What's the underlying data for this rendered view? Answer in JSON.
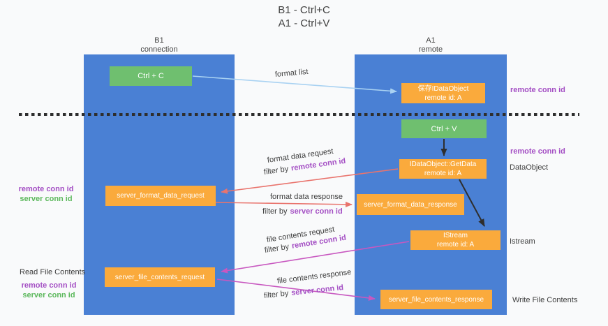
{
  "title": {
    "line1": "B1 - Ctrl+C",
    "line2": "A1 - Ctrl+V"
  },
  "columns": {
    "left": {
      "name": "B1",
      "role": "connection"
    },
    "right": {
      "name": "A1",
      "role": "remote"
    }
  },
  "boxes": {
    "ctrl_c": "Ctrl + C",
    "ctrl_v": "Ctrl + V",
    "save_idataobject_line1": "保存IDataObject",
    "save_idataobject_line2": "remote id: A",
    "getdata_line1": "IDataObject::GetData",
    "getdata_line2": "remote id: A",
    "istream_line1": "IStream",
    "istream_line2": "remote id: A",
    "format_request": "server_format_data_request",
    "format_response": "server_format_data_response",
    "file_request": "server_file_contents_request",
    "file_response": "server_file_contents_response"
  },
  "labels": {
    "remote_conn_id_right_top": "remote conn id",
    "remote_conn_id_right_mid": "remote conn id",
    "dataobject": "DataObject",
    "istream": "Istream",
    "write_file_contents": "Write File Contents",
    "read_file_contents": "Read File Contents",
    "remote_conn_id_left_mid": "remote conn id",
    "server_conn_id_left_mid": "server conn id",
    "remote_conn_id_left_bottom": "remote conn id",
    "server_conn_id_left_bottom": "server conn id"
  },
  "arrows": {
    "format_list": "format list",
    "format_data_request": "format data request",
    "format_data_response": "format data response",
    "file_contents_request": "file contents request",
    "file_contents_response": "file contents response",
    "filter_by": "filter by",
    "remote_conn_id": "remote conn id",
    "server_conn_id": "server conn id"
  },
  "colors": {
    "lifeline_blue": "#4a80d4",
    "box_orange": "#faaa3c",
    "box_green": "#6fbf6f",
    "purple_text": "#a44fc4",
    "green_text": "#5cb85c",
    "arrow_red": "#e9746d",
    "arrow_magenta": "#c858c0",
    "arrow_light_blue": "#a9d2f2",
    "arrow_black": "#2e2e2e",
    "background": "#f9fafb"
  }
}
